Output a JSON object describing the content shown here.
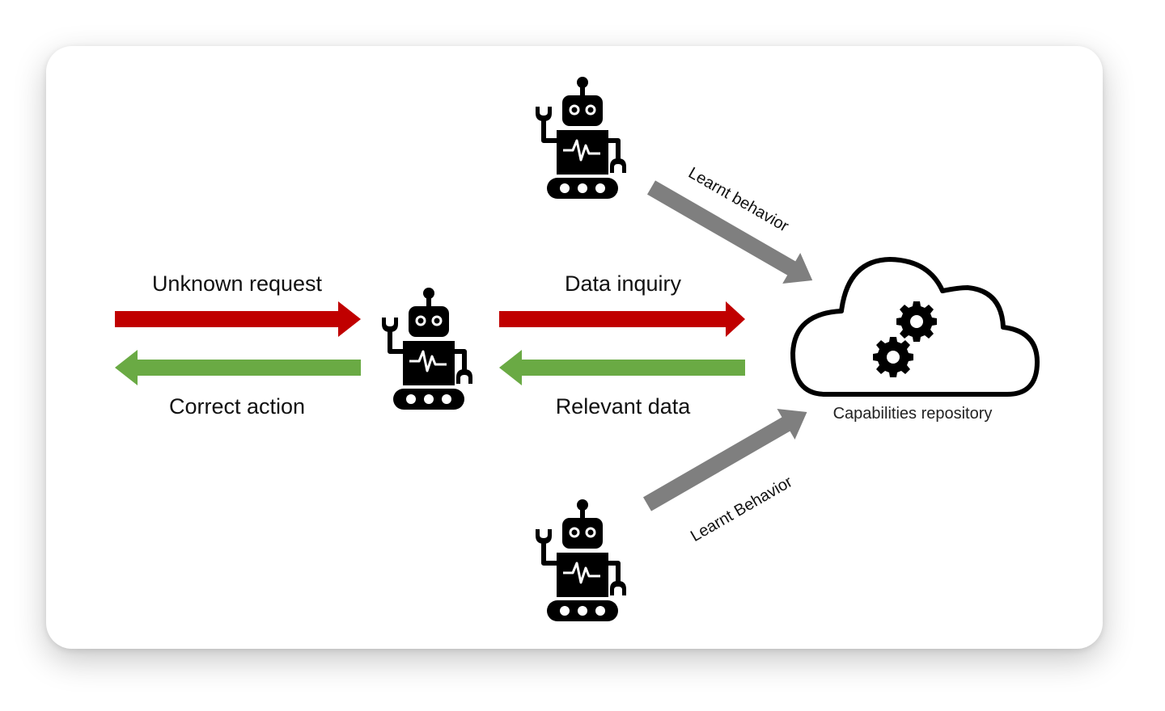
{
  "colors": {
    "request_arrow": "#c00000",
    "response_arrow": "#6aaa44",
    "learnt_arrow": "#7f7f7f",
    "icon": "#000000"
  },
  "labels": {
    "unknown_request": "Unknown request",
    "correct_action": "Correct action",
    "data_inquiry": "Data inquiry",
    "relevant_data": "Relevant data",
    "learnt_behavior_top": "Learnt behavior",
    "learnt_behavior_bottom": "Learnt Behavior",
    "capabilities_repository": "Capabilities repository"
  },
  "nodes": [
    {
      "id": "robot-top",
      "icon": "robot-icon"
    },
    {
      "id": "robot-center",
      "icon": "robot-icon"
    },
    {
      "id": "robot-bottom",
      "icon": "robot-icon"
    },
    {
      "id": "cloud",
      "icon": "cloud-gears-icon",
      "label": "Capabilities repository"
    }
  ],
  "edges": [
    {
      "from": "user",
      "to": "robot-center",
      "label": "Unknown request",
      "color": "red"
    },
    {
      "from": "robot-center",
      "to": "user",
      "label": "Correct action",
      "color": "green"
    },
    {
      "from": "robot-center",
      "to": "cloud",
      "label": "Data inquiry",
      "color": "red"
    },
    {
      "from": "cloud",
      "to": "robot-center",
      "label": "Relevant data",
      "color": "green"
    },
    {
      "from": "robot-top",
      "to": "cloud",
      "label": "Learnt behavior",
      "color": "gray"
    },
    {
      "from": "robot-bottom",
      "to": "cloud",
      "label": "Learnt Behavior",
      "color": "gray"
    }
  ]
}
